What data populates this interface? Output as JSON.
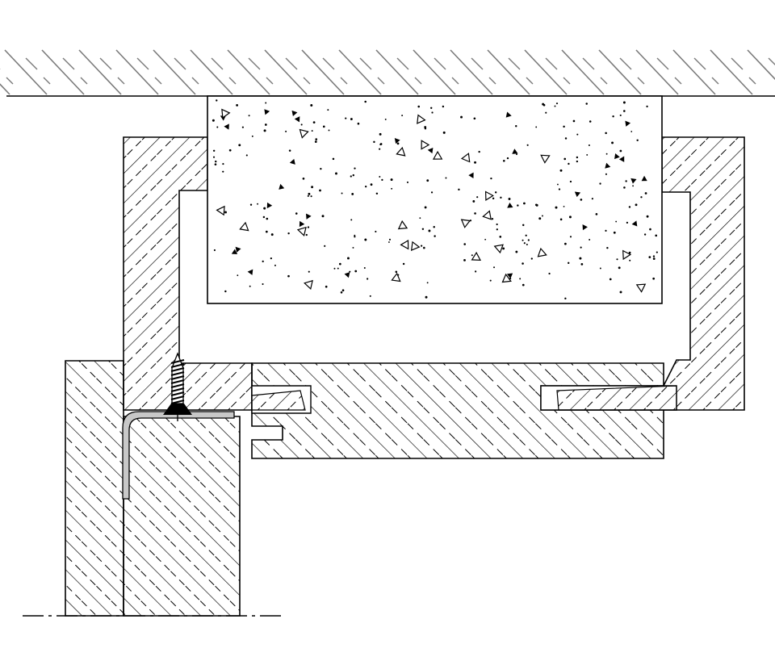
{
  "drawing": {
    "colors": {
      "line": "#000000",
      "background": "#ffffff",
      "hatch_light": "#7a7a7a",
      "metal_fill": "#c8c8c8"
    },
    "parts": [
      {
        "id": "ceiling-slab",
        "icon": "earth-hatch"
      },
      {
        "id": "concrete-block",
        "icon": "concrete-speckle"
      },
      {
        "id": "upper-wood-frame",
        "icon": "wood-hatch"
      },
      {
        "id": "left-wall-post",
        "icon": "wood-hatch"
      },
      {
        "id": "window-sash",
        "icon": "wood-hatch"
      },
      {
        "id": "angle-bracket",
        "icon": "steel-angle"
      },
      {
        "id": "fixing-screw",
        "icon": "screw"
      },
      {
        "id": "centerline",
        "icon": "dash-dot-line"
      }
    ]
  }
}
